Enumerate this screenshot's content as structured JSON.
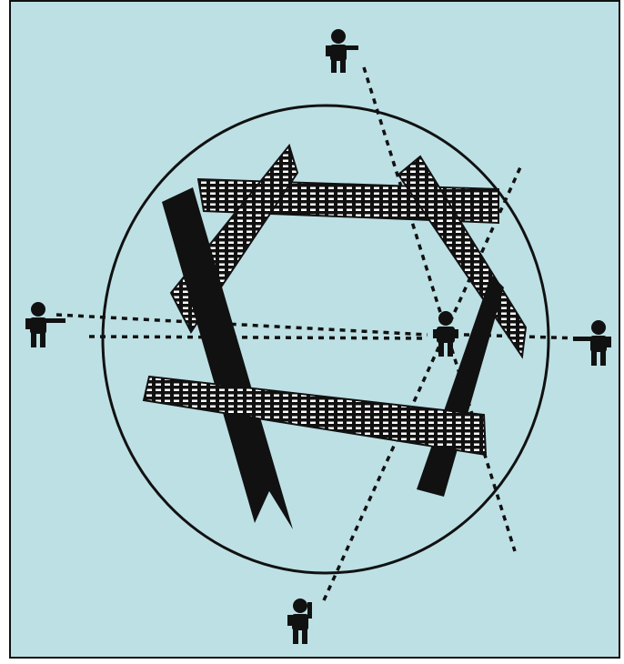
{
  "diagram": {
    "background_color": "#bde0e4",
    "ink_color": "#111111",
    "hatch_color": "#ffffff",
    "elements": {
      "circle": "boundary-circle",
      "figures": [
        "observer-top",
        "observer-left",
        "observer-right",
        "observer-bottom",
        "observer-center"
      ],
      "beams": [
        "beam-top-horizontal",
        "beam-lower-horizontal",
        "beam-left-diagonal",
        "beam-left-solid-vertical",
        "beam-right-diagonal",
        "beam-right-solid-vertical"
      ],
      "sight_lines": [
        "sight-line-horizontal-1",
        "sight-line-horizontal-2",
        "sight-line-top-to-bottom-right",
        "sight-line-bottom-to-top-right",
        "sight-line-right"
      ]
    }
  }
}
